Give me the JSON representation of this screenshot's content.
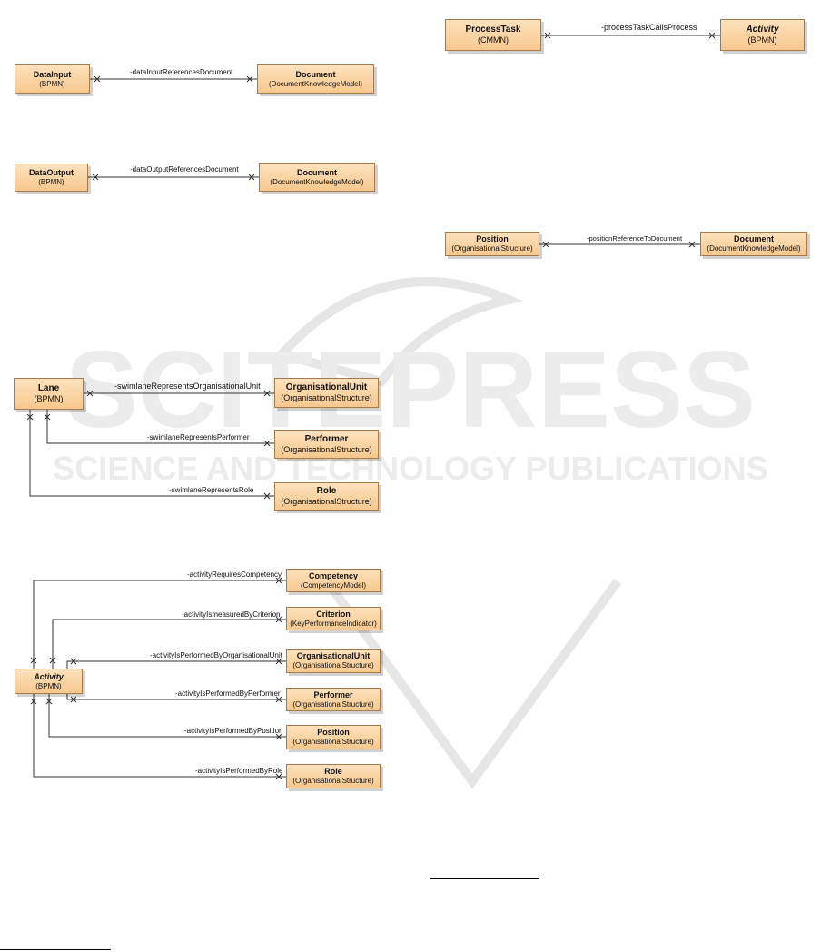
{
  "top_left": {
    "data_input": {
      "title": "DataInput",
      "stereo": "(BPMN)"
    },
    "data_input_doc": {
      "title": "Document",
      "stereo": "(DocumentKnowledgeModel)"
    },
    "data_input_assoc": "-dataInputReferencesDocument",
    "data_output": {
      "title": "DataOutput",
      "stereo": "(BPMN)"
    },
    "data_output_doc": {
      "title": "Document",
      "stereo": "(DocumentKnowledgeModel)"
    },
    "data_output_assoc": "-dataOutputReferencesDocument"
  },
  "top_right": {
    "process_task": {
      "title": "ProcessTask",
      "stereo": "(CMMN)"
    },
    "activity": {
      "title": "Activity",
      "stereo": "(BPMN)"
    },
    "process_assoc": "-processTaskCallsProcess",
    "position": {
      "title": "Position",
      "stereo": "(OrganisationalStructure)"
    },
    "position_doc": {
      "title": "Document",
      "stereo": "(DocumentKnowledgeModel)"
    },
    "position_assoc": "-positionReferenceToDocument"
  },
  "lane_diagram": {
    "lane": {
      "title": "Lane",
      "stereo": "(BPMN)"
    },
    "org_unit": {
      "title": "OrganisationalUnit",
      "stereo": "(OrganisationalStructure)"
    },
    "performer": {
      "title": "Performer",
      "stereo": "(OrganisationalStructure)"
    },
    "role": {
      "title": "Role",
      "stereo": "(OrganisationalStructure)"
    },
    "assoc_org_unit": "-swimlaneRepresentsOrganisationalUnit",
    "assoc_performer": "-swimlaneRepresentsPerformer",
    "assoc_role": "-swimlaneRepresentsRole"
  },
  "activity_diagram": {
    "activity": {
      "title": "Activity",
      "stereo": "(BPMN)"
    },
    "competency": {
      "title": "Competency",
      "stereo": "(CompetencyModel)"
    },
    "criterion": {
      "title": "Criterion",
      "stereo": "(KeyPerformanceIndicator)"
    },
    "org_unit": {
      "title": "OrganisationalUnit",
      "stereo": "(OrganisationalStructure)"
    },
    "performer": {
      "title": "Performer",
      "stereo": "(OrganisationalStructure)"
    },
    "position": {
      "title": "Position",
      "stereo": "(OrganisationalStructure)"
    },
    "role": {
      "title": "Role",
      "stereo": "(OrganisationalStructure)"
    },
    "assoc_competency": "-activityRequiresCompetency",
    "assoc_criterion": "-activityIsmeasuredByCriterion",
    "assoc_org_unit": "-activityIsPerformedByOrganisationalUnit",
    "assoc_performer": "-activityIsPerformedByPerformer",
    "assoc_position": "-activityIsPerformedByPosition",
    "assoc_role": "-activityIsPerformedByRole"
  },
  "watermark": {
    "main": "SCITEPRESS",
    "sub": "SCIENCE AND TECHNOLOGY PUBLICATIONS"
  }
}
